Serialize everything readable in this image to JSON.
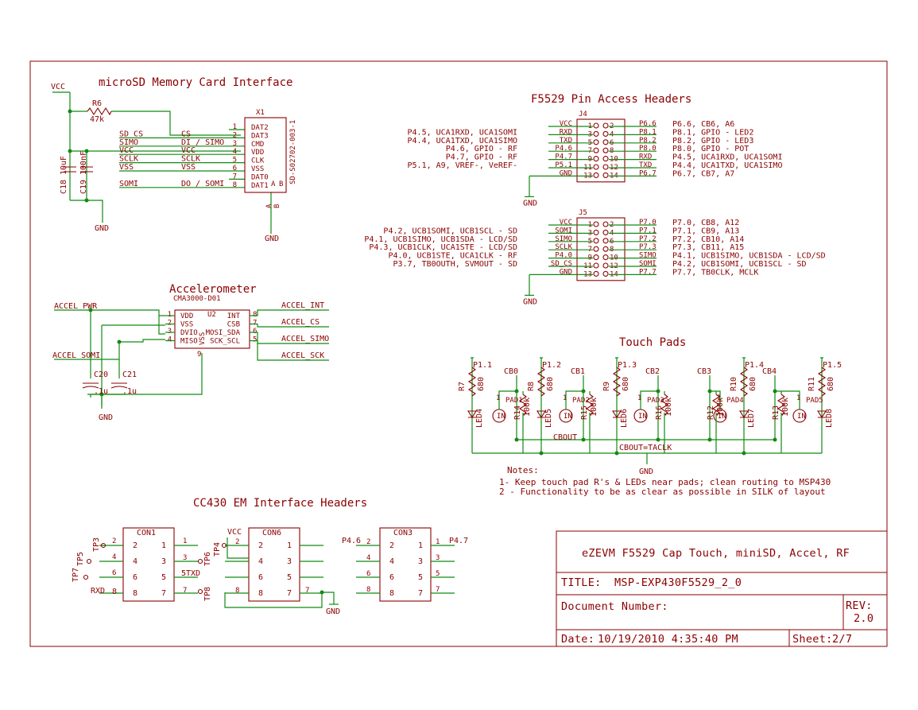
{
  "sections": {
    "microsd": "microSD Memory Card Interface",
    "headers": "F5529 Pin Access Headers",
    "accel": "Accelerometer",
    "touch": "Touch Pads",
    "cc430": "CC430 EM Interface Headers"
  },
  "microsd": {
    "vcc": "VCC",
    "r6": {
      "ref": "R6",
      "val": "47k"
    },
    "x1": "X1",
    "part": "SD-S02702-003-1",
    "c18": {
      "ref": "C18",
      "val": "10uF"
    },
    "c19": {
      "ref": "C19",
      "val": "100nF"
    },
    "gnd_left": "GND",
    "gnd_right": "GND",
    "nets": [
      "SD_CS",
      "SIMO",
      "VCC",
      "SCLK",
      "VSS",
      "SOMI"
    ],
    "sigs": [
      "CS",
      "DI / SIMO",
      "VCC",
      "SCLK",
      "VSS",
      "DO / SOMI"
    ],
    "pins": [
      "DAT2",
      "DAT3",
      "CMD",
      "VDD",
      "CLK",
      "VSS",
      "DAT0",
      "DAT1"
    ],
    "nums": [
      "1",
      "2",
      "3",
      "4",
      "5",
      "6",
      "7",
      "8"
    ],
    "side_a": "A",
    "side_b": "B",
    "bot_a": "A",
    "bot_b": "B"
  },
  "j4": {
    "ref": "J4",
    "gnd": "GND",
    "nums_l": [
      "1",
      "3",
      "5",
      "7",
      "9",
      "11",
      "13"
    ],
    "nums_r": [
      "2",
      "4",
      "6",
      "8",
      "10",
      "12",
      "14"
    ],
    "left": [
      "VCC",
      "RXD",
      "TXD",
      "P4.6",
      "P4.7",
      "P5.1",
      "GND"
    ],
    "right": [
      "P6.6",
      "P8.1",
      "P8.2",
      "P8.0",
      "RXD",
      "TXD",
      "P6.7"
    ],
    "left_desc": [
      "",
      "P4.5, UCA1RXD, UCA1SOMI",
      "P4.4, UCA1TXD, UCA1SIMO",
      "P4.6, GPIO - RF",
      "P4.7, GPIO - RF",
      "P5.1, A9, VREF-, VeREF-",
      ""
    ],
    "right_desc": [
      "P6.6, CB6, A6",
      "P8.1, GPIO - LED2",
      "P8.2, GPIO - LED3",
      "P8.0, GPIO - POT",
      "P4.5, UCA1RXD, UCA1SOMI",
      "P4.4, UCA1TXD, UCA1SIMO",
      "P6.7, CB7, A7"
    ]
  },
  "j5": {
    "ref": "J5",
    "gnd": "GND",
    "nums_l": [
      "1",
      "3",
      "5",
      "7",
      "9",
      "11",
      "13"
    ],
    "nums_r": [
      "2",
      "4",
      "6",
      "8",
      "10",
      "12",
      "14"
    ],
    "left": [
      "VCC",
      "SOMI",
      "SIMO",
      "SCLK",
      "P4.0",
      "SD_CS",
      "GND"
    ],
    "right": [
      "P7.0",
      "P7.1",
      "P7.2",
      "P7.3",
      "SIMO",
      "SOMI",
      "P7.7"
    ],
    "left_desc": [
      "",
      "P4.2, UCB1SOMI, UCB1SCL - SD",
      "P4.1, UCB1SIMO, UCB1SDA - LCD/SD",
      "P4.3, UCB1CLK, UCA1STE - LCD/SD",
      "P4.0, UCB1STE, UCA1CLK - RF",
      "P3.7, TB0OUTH, SVMOUT - SD",
      ""
    ],
    "right_desc": [
      "P7.0, CB8, A12",
      "P7.1, CB9, A13",
      "P7.2, CB10, A14",
      "P7.3, CB11, A15",
      "P4.1, UCB1SIMO, UCB1SDA - LCD/SD",
      "P4.2, UCB1SOMI, UCB1SCL - SD",
      "P7.7, TB0CLK, MCLK"
    ]
  },
  "accel": {
    "part": "CMA3000-D01",
    "ref": "U2",
    "gnd": "GND",
    "nums_l": [
      "1",
      "2",
      "3",
      "4"
    ],
    "pins_l": [
      "VDD",
      "VSS",
      "DVIO",
      "MISO"
    ],
    "nums_r": [
      "8",
      "7",
      "6",
      "5"
    ],
    "pins_r": [
      "INT",
      "CSB",
      "MOSI_SDA",
      "SCK_SCL"
    ],
    "nets_r": [
      "ACCEL_INT",
      "ACCEL_CS",
      "ACCEL_SIMO",
      "ACCEL_SCK"
    ],
    "pin9": "9",
    "vss_lbl": "VSS",
    "pwr": "ACCEL_PWR",
    "somi": "ACCEL_SOMI",
    "c20": {
      "ref": "C20",
      "val": ".1u"
    },
    "c21": {
      "ref": "C21",
      "val": ".1u"
    }
  },
  "touch": {
    "ports": [
      "P1.1",
      "P1.2",
      "P1.3",
      "P1.4",
      "P1.5"
    ],
    "resistors": [
      {
        "ref": "R7",
        "val": "680"
      },
      {
        "ref": "R8",
        "val": "680"
      },
      {
        "ref": "R9",
        "val": "680"
      },
      {
        "ref": "R10",
        "val": "680"
      },
      {
        "ref": "R11",
        "val": "680"
      }
    ],
    "leds": [
      "LED4",
      "LED5",
      "LED6",
      "LED7",
      "LED8"
    ],
    "cbs": [
      "CB0",
      "CB1",
      "CB2",
      "CB3",
      "CB4"
    ],
    "pad_r": [
      {
        "ref": "R14",
        "val": "100k"
      },
      {
        "ref": "R15",
        "val": "100k"
      },
      {
        "ref": "R16",
        "val": "100k"
      },
      {
        "ref": "R12",
        "val": "100k"
      },
      {
        "ref": "R13",
        "val": "100k"
      }
    ],
    "pads": [
      "PAD1",
      "PAD2",
      "PAD3",
      "PAD4",
      "PAD5"
    ],
    "in": "IN",
    "pin1": "1",
    "cbout": "CBOUT",
    "cbout2": "CBOUT=TACLK",
    "gnd": "GND"
  },
  "notes": {
    "title": "Notes:",
    "lines": [
      "1- Keep touch pad R's & LEDs near pads; clean routing to MSP430",
      "2 - Functionality to be as clear as possible in SILK of layout"
    ]
  },
  "con1": {
    "ref": "CON1",
    "nums_l": [
      "2",
      "4",
      "6",
      "8"
    ],
    "nums_r": [
      "1",
      "3",
      "5",
      "7"
    ],
    "tp": [
      "TP3",
      "TP5",
      "TP7",
      "TP6",
      "TP8"
    ],
    "o1": "1",
    "o3": "3",
    "o8": "8",
    "o7": "7",
    "o2": "2",
    "o4": "4",
    "o6": "6",
    "txd": "5TXD",
    "rxd": "RXD"
  },
  "con6": {
    "ref": "CON6",
    "nums_l": [
      "2",
      "4",
      "6",
      "8"
    ],
    "nums_r": [
      "1",
      "3",
      "5",
      "7"
    ],
    "vcc": "VCC",
    "tp4": "TP4",
    "gnd": "GND",
    "o2": "2",
    "o8": "8",
    "o7": "7"
  },
  "con3": {
    "ref": "CON3",
    "nums_l": [
      "2",
      "4",
      "6",
      "8"
    ],
    "nums_r": [
      "1",
      "3",
      "5",
      "7"
    ],
    "out_l": [
      "2",
      "4",
      "6",
      "8"
    ],
    "out_r": [
      "1",
      "3",
      "5",
      "7"
    ],
    "p46": "P4.6",
    "p47": "P4.7"
  },
  "title_block": {
    "project": "eZEVM F5529 Cap Touch, miniSD, Accel, RF",
    "title_label": "TITLE:",
    "title": "MSP-EXP430F5529_2_0",
    "docnum_label": "Document Number:",
    "rev_label": "REV:",
    "rev": "2.0",
    "date_label": "Date:",
    "date": "10/19/2010 4:35:40 PM",
    "sheet_label": "Sheet:",
    "sheet": "2/7"
  }
}
